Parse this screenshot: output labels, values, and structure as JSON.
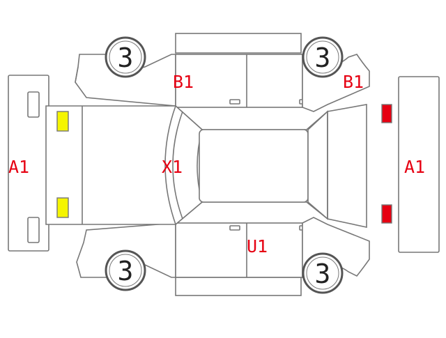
{
  "diagram": {
    "codes": {
      "front_bumper_left": "A1",
      "rear_bumper_right": "A1",
      "rear_door_top_left": "B1",
      "rear_quarter_top_right": "B1",
      "roof_pillar_left": "X1",
      "door_bottom_center": "U1"
    },
    "wheels": {
      "top_left": "3",
      "top_right": "3",
      "bottom_left": "3",
      "bottom_right": "3"
    },
    "colors": {
      "code_text": "#e60012",
      "outline": "#777777",
      "headlight_fill": "#f5f500",
      "taillight_fill": "#e60012"
    },
    "lights": {
      "headlights": "yellow",
      "taillights": "red"
    }
  }
}
